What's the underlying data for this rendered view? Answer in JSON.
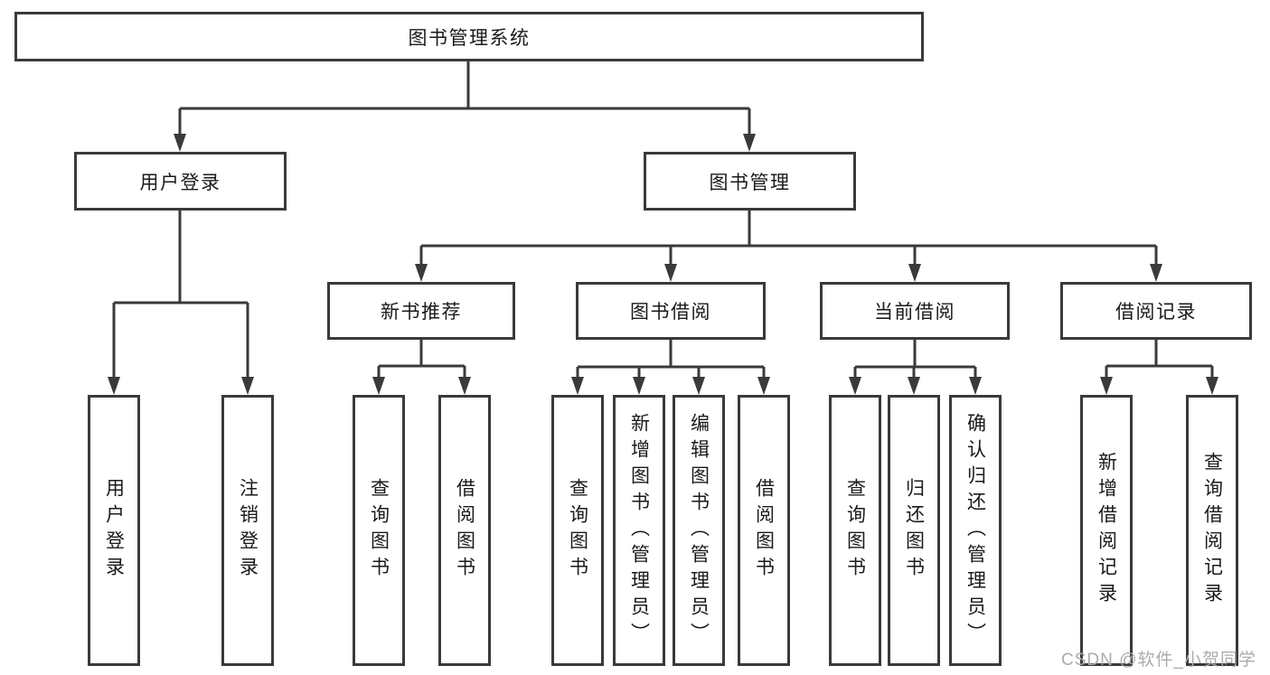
{
  "title": "图书管理系统",
  "nodes": {
    "user_login": "用户登录",
    "book_management": "图书管理",
    "new_book_recommend": "新书推荐",
    "book_borrow": "图书借阅",
    "current_borrow": "当前借阅",
    "borrow_records": "借阅记录",
    "leaf_user_login": "用户登录",
    "leaf_logout": "注销登录",
    "leaf_query_book_rec": "查询图书",
    "leaf_borrow_book_rec": "借阅图书",
    "leaf_query_book_borrow": "查询图书",
    "leaf_add_book_admin": "新增图书（管理员）",
    "leaf_edit_book_admin": "编辑图书（管理员）",
    "leaf_borrow_book_borrow": "借阅图书",
    "leaf_query_book_current": "查询图书",
    "leaf_return_book": "归还图书",
    "leaf_confirm_return_admin": "确认归还（管理员）",
    "leaf_add_borrow_record": "新增借阅记录",
    "leaf_query_borrow_record": "查询借阅记录"
  },
  "watermark": "CSDN @软件_小贺同学",
  "colors": {
    "line": "#3a3a3a",
    "text": "#1a1a1a",
    "watermark": "#ababab",
    "background": "#ffffff"
  }
}
